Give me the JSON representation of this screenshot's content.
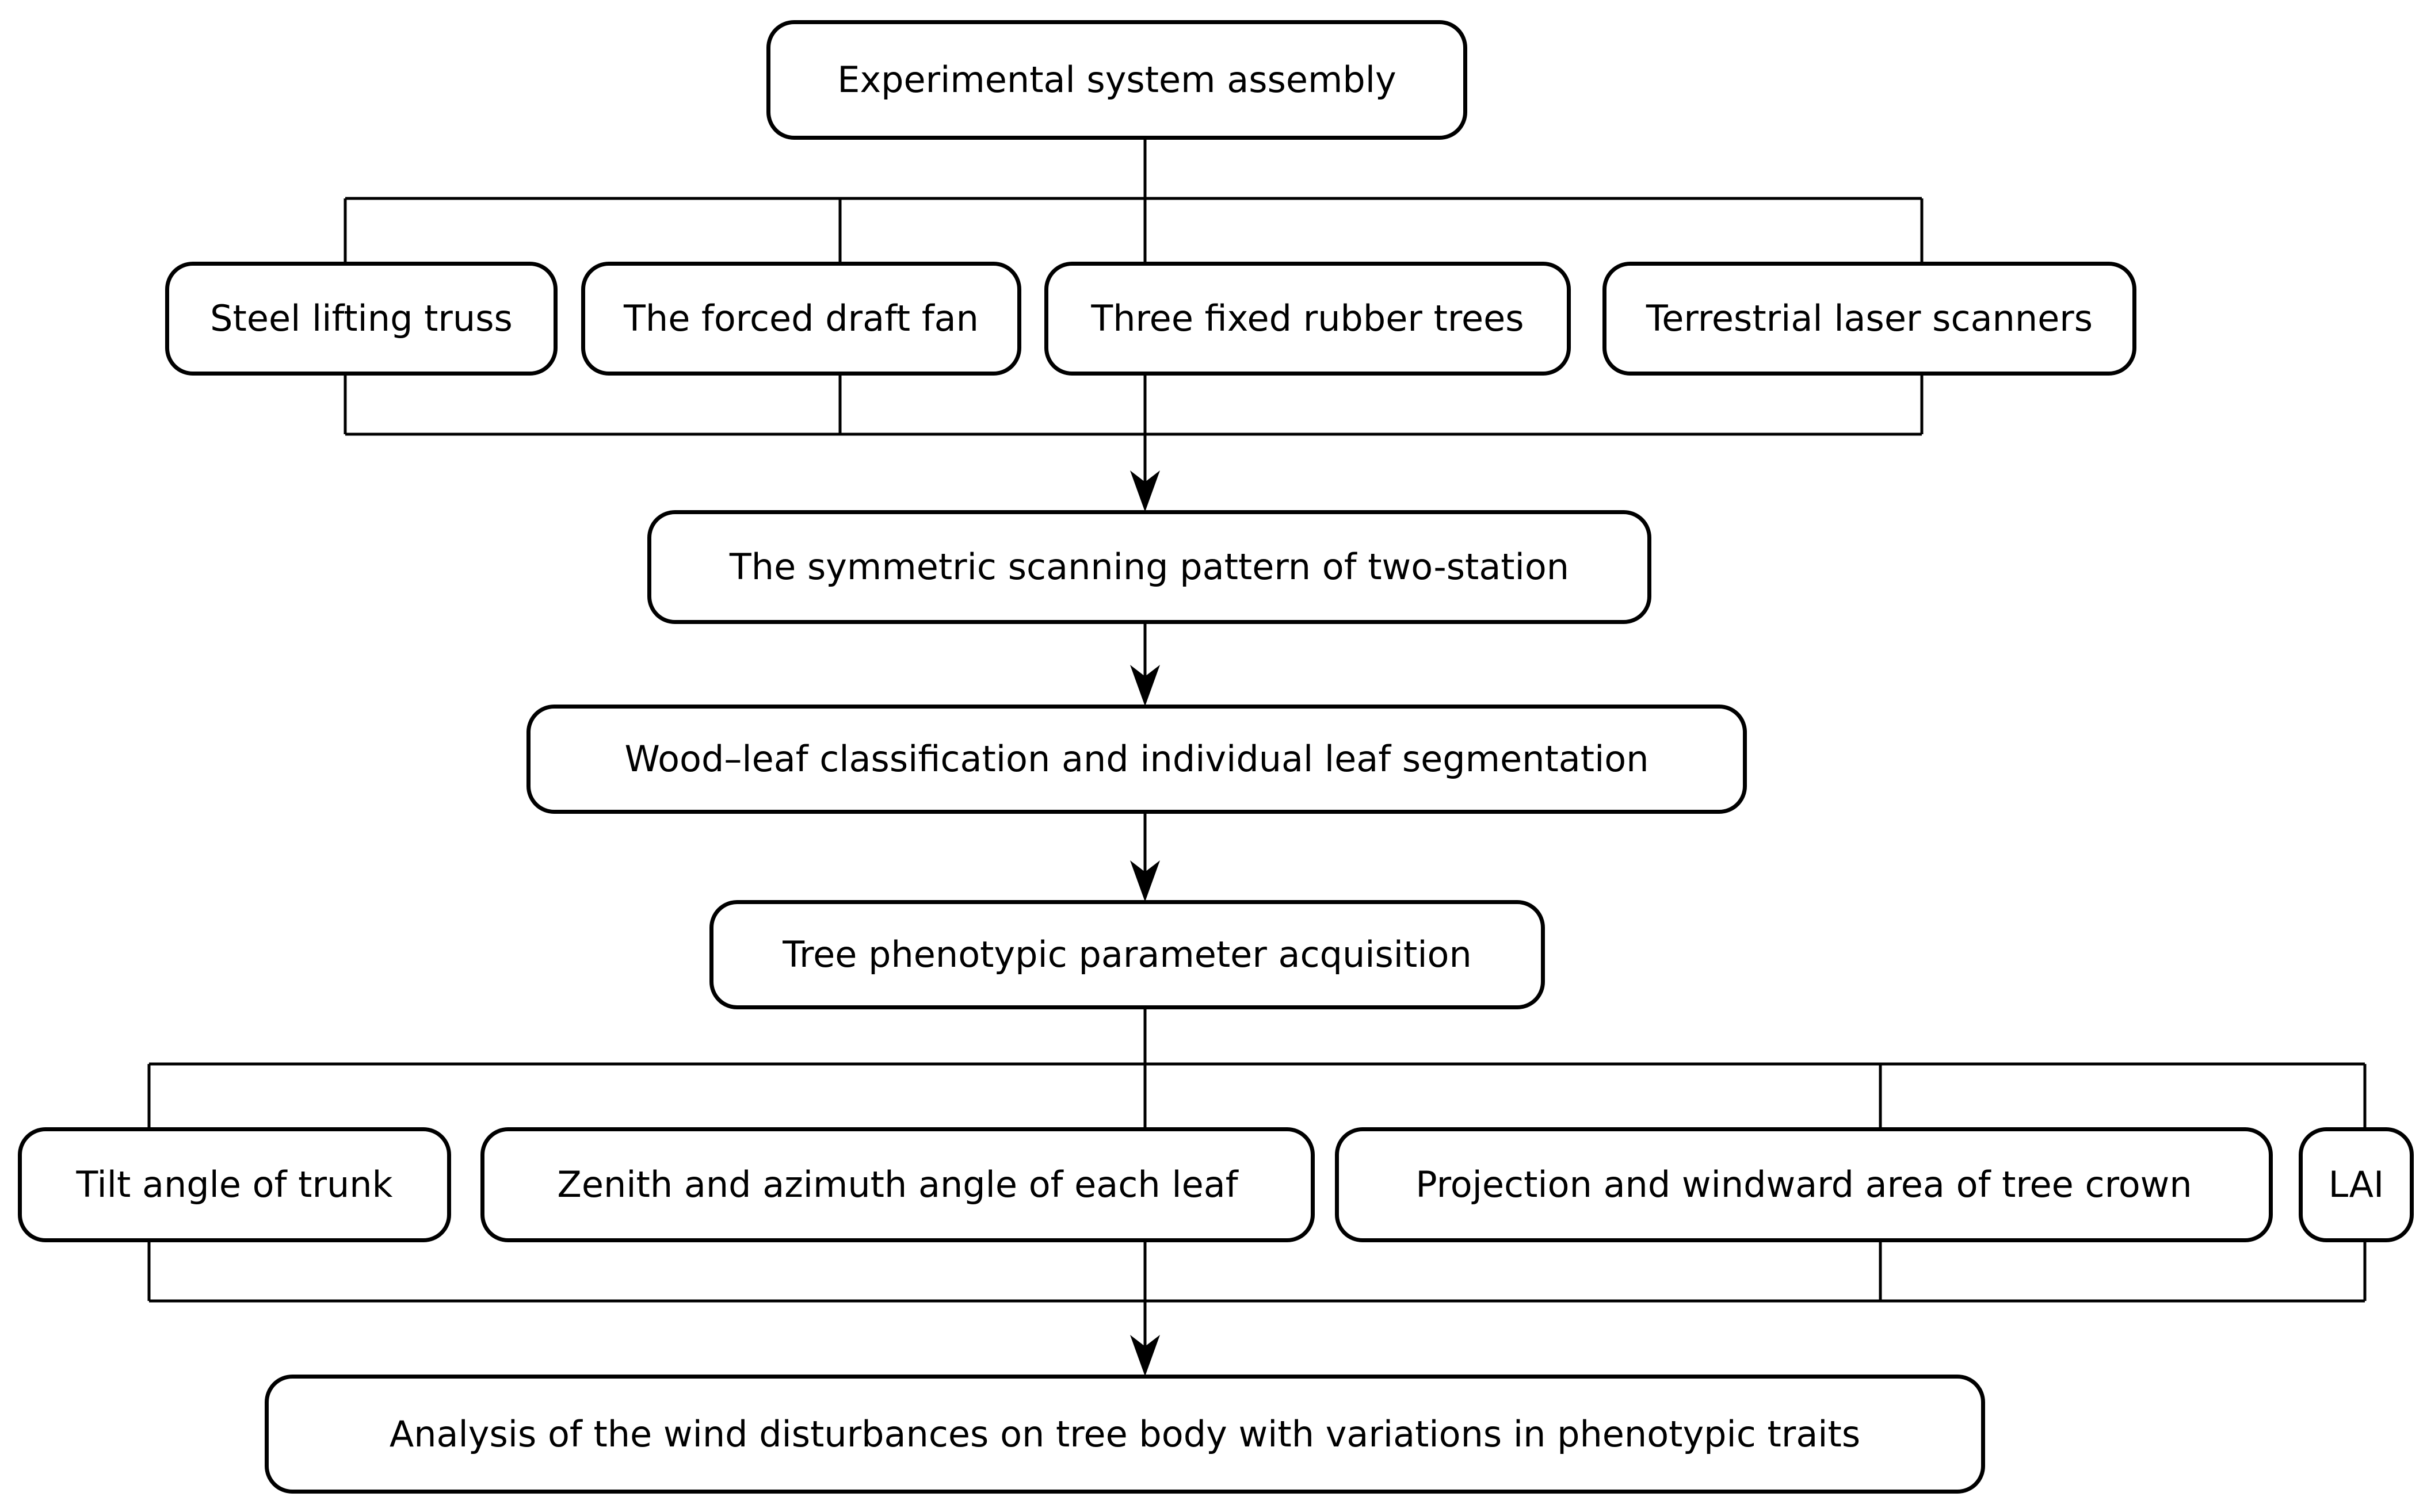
{
  "colors": {
    "background": "#ffffff",
    "line": "#000000",
    "box_border": "#000000",
    "text": "#000000"
  },
  "nodes": [
    {
      "id": "experimental-system-assembly",
      "label": "Experimental system assembly"
    },
    {
      "id": "steel-lifting-truss",
      "label": "Steel lifting truss"
    },
    {
      "id": "forced-draft-fan",
      "label": "The forced draft fan"
    },
    {
      "id": "three-fixed-rubber-trees",
      "label": "Three fixed rubber trees"
    },
    {
      "id": "terrestrial-laser-scanners",
      "label": "Terrestrial laser scanners"
    },
    {
      "id": "symmetric-scanning-pattern",
      "label": "The symmetric scanning pattern of two-station"
    },
    {
      "id": "wood-leaf-classification",
      "label": "Wood–leaf classification and individual leaf segmentation"
    },
    {
      "id": "tree-phenotypic-parameter-acquisition",
      "label": "Tree phenotypic parameter acquisition"
    },
    {
      "id": "tilt-angle-of-trunk",
      "label": "Tilt angle of trunk"
    },
    {
      "id": "zenith-azimuth-angle-of-each-leaf",
      "label": "Zenith and azimuth angle of each leaf"
    },
    {
      "id": "projection-windward-area-of-tree-crown",
      "label": "Projection and windward area of tree crown"
    },
    {
      "id": "lai",
      "label": "LAI"
    },
    {
      "id": "analysis-of-wind-disturbances",
      "label": "Analysis of the wind disturbances on tree body with variations in phenotypic traits"
    }
  ],
  "edges": [
    {
      "from": "experimental-system-assembly",
      "to": "steel-lifting-truss",
      "arrow": false
    },
    {
      "from": "experimental-system-assembly",
      "to": "forced-draft-fan",
      "arrow": false
    },
    {
      "from": "experimental-system-assembly",
      "to": "three-fixed-rubber-trees",
      "arrow": false
    },
    {
      "from": "experimental-system-assembly",
      "to": "terrestrial-laser-scanners",
      "arrow": false
    },
    {
      "from": "steel-lifting-truss",
      "to": "symmetric-scanning-pattern",
      "arrow": true
    },
    {
      "from": "forced-draft-fan",
      "to": "symmetric-scanning-pattern",
      "arrow": true
    },
    {
      "from": "three-fixed-rubber-trees",
      "to": "symmetric-scanning-pattern",
      "arrow": true
    },
    {
      "from": "terrestrial-laser-scanners",
      "to": "symmetric-scanning-pattern",
      "arrow": true
    },
    {
      "from": "symmetric-scanning-pattern",
      "to": "wood-leaf-classification",
      "arrow": true
    },
    {
      "from": "wood-leaf-classification",
      "to": "tree-phenotypic-parameter-acquisition",
      "arrow": true
    },
    {
      "from": "tree-phenotypic-parameter-acquisition",
      "to": "tilt-angle-of-trunk",
      "arrow": false
    },
    {
      "from": "tree-phenotypic-parameter-acquisition",
      "to": "zenith-azimuth-angle-of-each-leaf",
      "arrow": false
    },
    {
      "from": "tree-phenotypic-parameter-acquisition",
      "to": "projection-windward-area-of-tree-crown",
      "arrow": false
    },
    {
      "from": "tree-phenotypic-parameter-acquisition",
      "to": "lai",
      "arrow": false
    },
    {
      "from": "tilt-angle-of-trunk",
      "to": "analysis-of-wind-disturbances",
      "arrow": true
    },
    {
      "from": "zenith-azimuth-angle-of-each-leaf",
      "to": "analysis-of-wind-disturbances",
      "arrow": true
    },
    {
      "from": "projection-windward-area-of-tree-crown",
      "to": "analysis-of-wind-disturbances",
      "arrow": true
    },
    {
      "from": "lai",
      "to": "analysis-of-wind-disturbances",
      "arrow": true
    }
  ]
}
